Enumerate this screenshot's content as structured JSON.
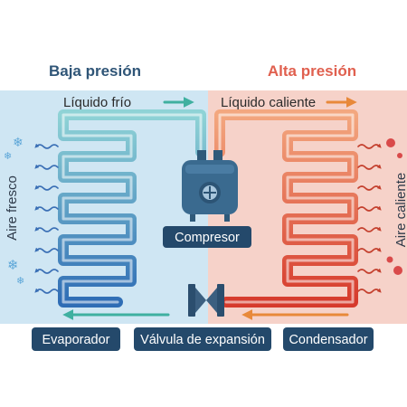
{
  "header": {
    "low_pressure": "Baja presión",
    "high_pressure": "Alta presión"
  },
  "flow_labels": {
    "cold_liquid": "Líquido frío",
    "hot_liquid": "Líquido caliente"
  },
  "components": {
    "compressor": "Compresor",
    "evaporator": "Evaporador",
    "expansion_valve": "Válvula de expansión",
    "condenser": "Condensador"
  },
  "side_labels": {
    "fresh_air": "Aire fresco",
    "hot_air": "Aire caliente"
  },
  "colors": {
    "low_side_bg": "#cfe6f3",
    "high_side_bg": "#f6d2c9",
    "low_title": "#2f5577",
    "high_title": "#e0604f",
    "pill_bg": "#24496b",
    "cold_coil": "#3f7fbd",
    "hot_coil": "#d9452f"
  },
  "icons": {
    "snowflake": "snowflake-icon",
    "heat_dot": "heat-dot-icon",
    "flow_arrow": "flow-arrow-icon",
    "wavy_air": "wavy-air-icon"
  }
}
